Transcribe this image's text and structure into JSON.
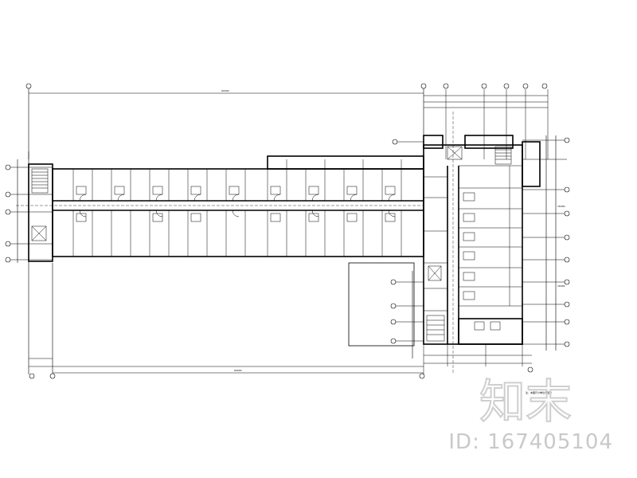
{
  "drawing": {
    "overall_dim_top": "60000",
    "overall_dim_bottom": "60000",
    "right_dim_top": "18400",
    "right_dim_bottom": "18400",
    "legend_note": "注：本图尺寸单位为毫米"
  },
  "watermark": {
    "logo_text": "知末",
    "id_label": "ID:",
    "id_value": "167405104",
    "logo_color": "#cfcfcf"
  }
}
